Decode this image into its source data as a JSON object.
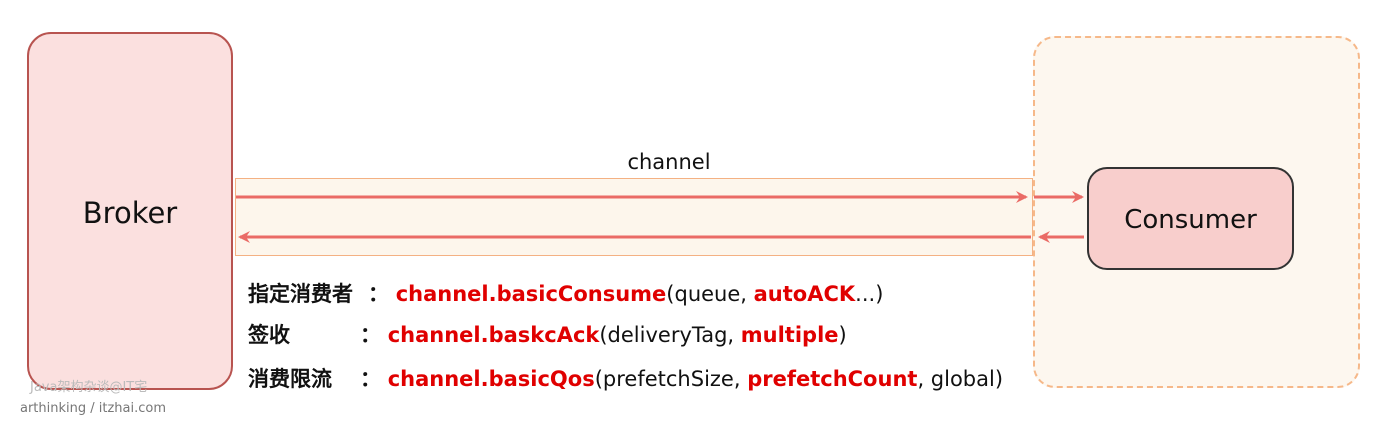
{
  "broker": {
    "label": "Broker"
  },
  "consumer": {
    "label": "Consumer"
  },
  "channel": {
    "label": "channel"
  },
  "apis": [
    {
      "desc": "指定消费者",
      "colon": "：",
      "method": "channel.basicConsume",
      "open": "(queue, ",
      "highlight": "autoACK",
      "close": "...)"
    },
    {
      "desc": "签收",
      "colon": "：",
      "method": "channel.baskcAck",
      "open": "(deliveryTag, ",
      "highlight": "multiple",
      "close": ")"
    },
    {
      "desc": "消费限流",
      "colon": "：",
      "method": "channel.basicQos",
      "open": "(prefetchSize, ",
      "highlight": "prefetchCount",
      "close": ", global)"
    }
  ],
  "watermark": {
    "line1": "Java架构杂谈@IT宅",
    "line2": "arthinking / itzhai.com"
  },
  "colors": {
    "arrow": "#ea6b66",
    "broker_fill": "#fbe0df",
    "broker_border": "#b85450",
    "consumer_fill": "#f8cecc",
    "consumer_zone_border": "#f6b889",
    "channel_border": "#f4b183",
    "api_highlight": "#e00000"
  }
}
